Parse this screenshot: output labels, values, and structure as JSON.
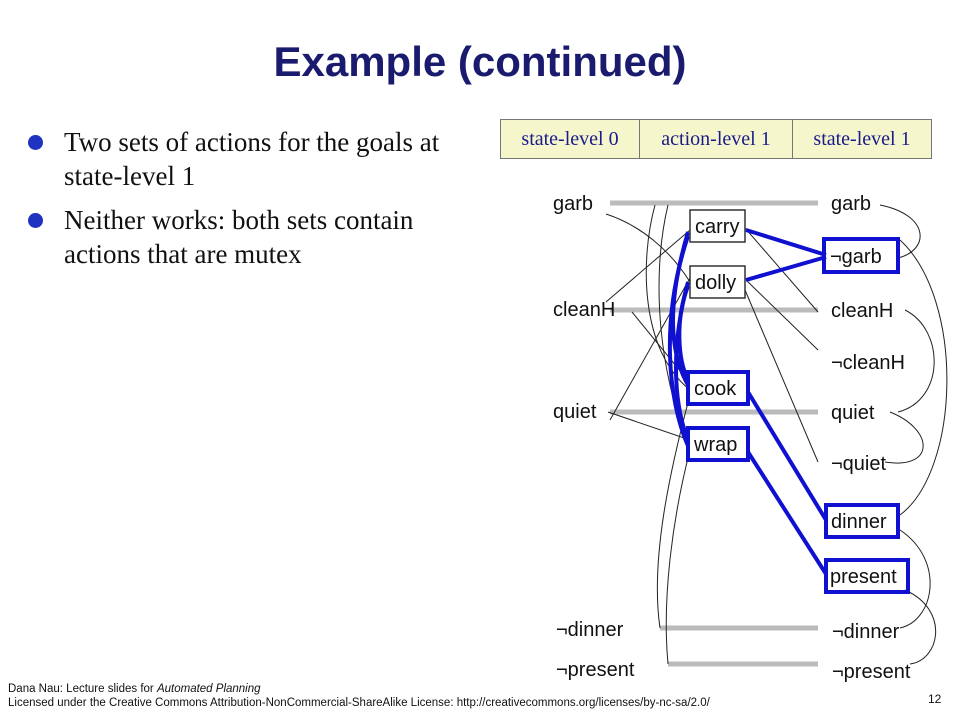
{
  "slide": {
    "title": "Example (continued)",
    "bullets": [
      "Two sets of actions for the goals at state-level 1",
      "Neither works: both sets contain actions that are mutex"
    ],
    "page_number": "12"
  },
  "level_header": [
    "state-level 0",
    "action-level 1",
    "state-level 1"
  ],
  "diagram": {
    "state_level_0": [
      "garb",
      "cleanH",
      "quiet",
      "¬dinner",
      "¬present"
    ],
    "actions": [
      "carry",
      "dolly",
      "cook",
      "wrap"
    ],
    "state_level_1": [
      "garb",
      "¬garb",
      "cleanH",
      "¬cleanH",
      "quiet",
      "¬quiet",
      "dinner",
      "present",
      "¬dinner",
      "¬present"
    ],
    "highlighted": [
      "carry",
      "dolly",
      "cook",
      "wrap",
      "¬garb",
      "dinner",
      "present"
    ],
    "highlight_color": "#1010d0",
    "line_color": "#bbbbbb"
  },
  "footer": {
    "author_prefix": "Dana Nau:  Lecture slides for ",
    "book_title": "Automated Planning",
    "license": "Licensed under the Creative Commons Attribution-NonCommercial-ShareAlike License: http://creativecommons.org/licenses/by-nc-sa/2.0/"
  }
}
